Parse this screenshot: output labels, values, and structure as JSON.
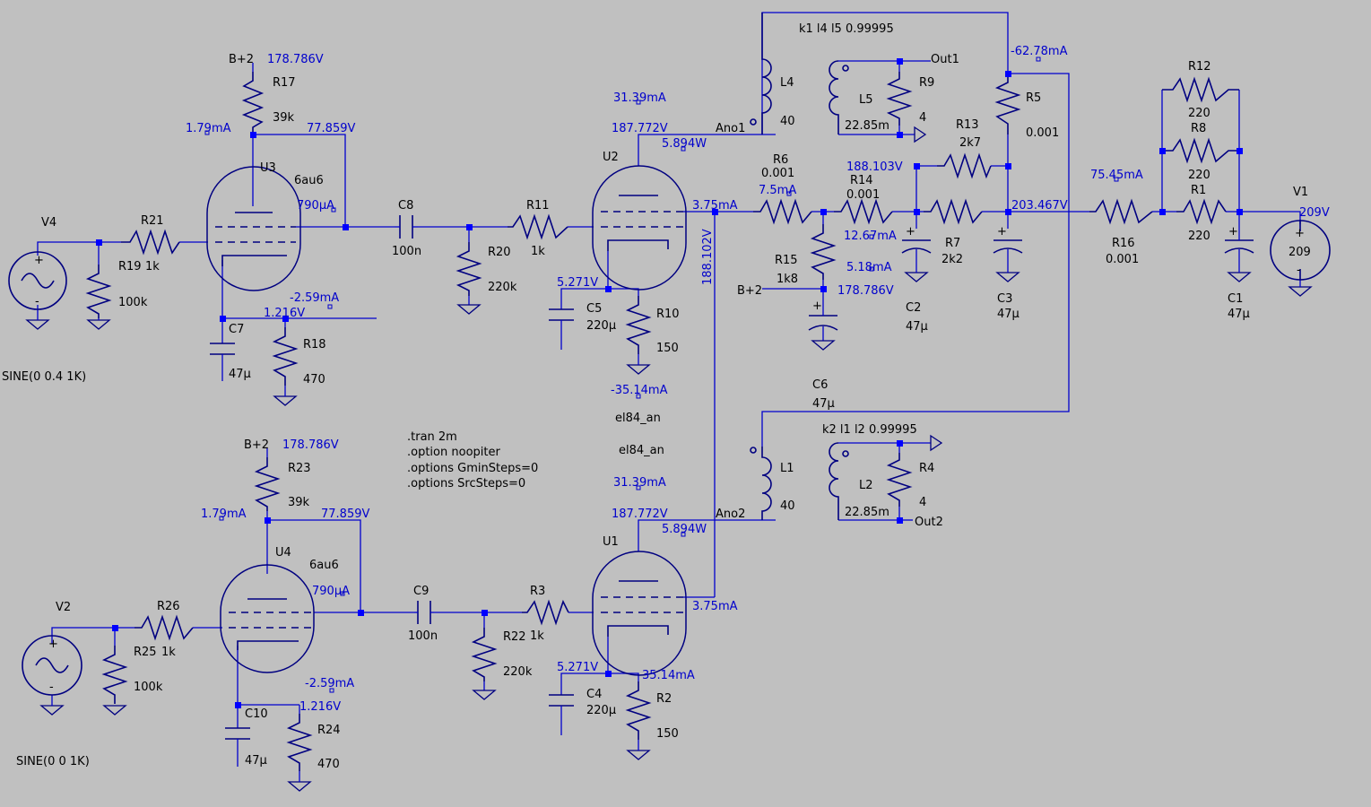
{
  "schematic": {
    "nodes": {
      "bplus": "B+2",
      "ano1": "Ano1",
      "ano2": "Ano2",
      "out1": "Out1",
      "out2": "Out2"
    },
    "components": {
      "R17": {
        "name": "R17",
        "value": "39k"
      },
      "R21": {
        "name": "R21",
        "value": "1k"
      },
      "R19": {
        "name": "R19",
        "value": "100k"
      },
      "R18": {
        "name": "R18",
        "value": "470"
      },
      "C7": {
        "name": "C7",
        "value": "47µ"
      },
      "U3": {
        "name": "U3",
        "model": "6au6"
      },
      "V4": {
        "name": "V4",
        "value": "SINE(0 0.4 1K)"
      },
      "C8": {
        "name": "C8",
        "value": "100n"
      },
      "R20": {
        "name": "R20",
        "value": "220k"
      },
      "R11": {
        "name": "R11",
        "value": "1k"
      },
      "U2": {
        "name": "U2",
        "model": "el84_an"
      },
      "C5": {
        "name": "C5",
        "value": "220µ"
      },
      "R10": {
        "name": "R10",
        "value": "150"
      },
      "L4": {
        "name": "L4",
        "value": "40"
      },
      "L5": {
        "name": "L5",
        "value": "22.85m"
      },
      "R9": {
        "name": "R9",
        "value": "4"
      },
      "R6": {
        "name": "R6",
        "value": "0.001"
      },
      "R14": {
        "name": "R14",
        "value": "0.001"
      },
      "R15": {
        "name": "R15",
        "value": "1k8"
      },
      "C6": {
        "name": "C6",
        "value": "47µ"
      },
      "R13": {
        "name": "R13",
        "value": "2k7"
      },
      "R7": {
        "name": "R7",
        "value": "2k2"
      },
      "C2": {
        "name": "C2",
        "value": "47µ"
      },
      "R5": {
        "name": "R5",
        "value": "0.001"
      },
      "C3": {
        "name": "C3",
        "value": "47µ"
      },
      "R16": {
        "name": "R16",
        "value": "0.001"
      },
      "R12": {
        "name": "R12",
        "value": "220"
      },
      "R8": {
        "name": "R8",
        "value": "220"
      },
      "R1": {
        "name": "R1",
        "value": "220"
      },
      "C1": {
        "name": "C1",
        "value": "47µ"
      },
      "V1": {
        "name": "V1",
        "value": "209"
      },
      "R23": {
        "name": "R23",
        "value": "39k"
      },
      "U4": {
        "name": "U4",
        "model": "6au6"
      },
      "V2": {
        "name": "V2",
        "value": "SINE(0 0 1K)"
      },
      "R26": {
        "name": "R26",
        "value": "1k"
      },
      "R25": {
        "name": "R25",
        "value": "100k"
      },
      "C10": {
        "name": "C10",
        "value": "47µ"
      },
      "R24": {
        "name": "R24",
        "value": "470"
      },
      "C9": {
        "name": "C9",
        "value": "100n"
      },
      "R22": {
        "name": "R22",
        "value": "220k"
      },
      "R3": {
        "name": "R3",
        "value": "1k"
      },
      "U1": {
        "name": "U1",
        "model": "el84_an"
      },
      "C4": {
        "name": "C4",
        "value": "220µ"
      },
      "R2": {
        "name": "R2",
        "value": "150"
      },
      "L1": {
        "name": "L1",
        "value": "40"
      },
      "L2": {
        "name": "L2",
        "value": "22.85m"
      },
      "R4": {
        "name": "R4",
        "value": "4"
      }
    },
    "directives": {
      "k1": "k1 l4 l5 0.99995",
      "k2": "k2 l1 l2 0.99995",
      "spice": [
        ".tran 2m",
        ".option noopiter",
        ".options GminSteps=0",
        ".options SrcSteps=0"
      ]
    },
    "op_labels": {
      "u3_bplus": "178.786V",
      "u3_r17_i": "1.79mA",
      "u3_plate_v": "77.859V",
      "u3_plate_i": "790µA",
      "u3_cath_i": "-2.59mA",
      "u3_cath_v": "1.216V",
      "u2_plate_i": "31.39mA",
      "u2_plate_v": "187.772V",
      "u2_power": "5.894W",
      "u2_g2_i": "3.75mA",
      "u2_cath_v": "5.271V",
      "u2_cath_i": "-35.14mA",
      "screen_v": "188.102V",
      "r6_i": "7.5mA",
      "r14_i": "12.67mA",
      "r15_i": "5.18mA",
      "bplus2_v": "178.786V",
      "node188_v": "188.103V",
      "r5_i": "-62.78mA",
      "node203_v": "203.467V",
      "r16_i": "75.45mA",
      "v1_v": "209V",
      "u4_bplus": "178.786V",
      "u4_r23_i": "1.79mA",
      "u4_plate_v": "77.859V",
      "u4_plate_i": "790µA",
      "u4_cath_i": "-2.59mA",
      "u4_cath_v": "1.216V",
      "u1_plate_i": "31.39mA",
      "u1_plate_v": "187.772V",
      "u1_power": "5.894W",
      "u1_g2_i": "3.75mA",
      "u1_cath_v": "5.271V",
      "u1_cath_i": "35.14mA"
    }
  },
  "colors": {
    "background": "#c0c0c0",
    "wire": "#0000cc",
    "component": "#000080",
    "junction": "#0000ff",
    "label": "#000000",
    "op_label": "#0000cc"
  }
}
